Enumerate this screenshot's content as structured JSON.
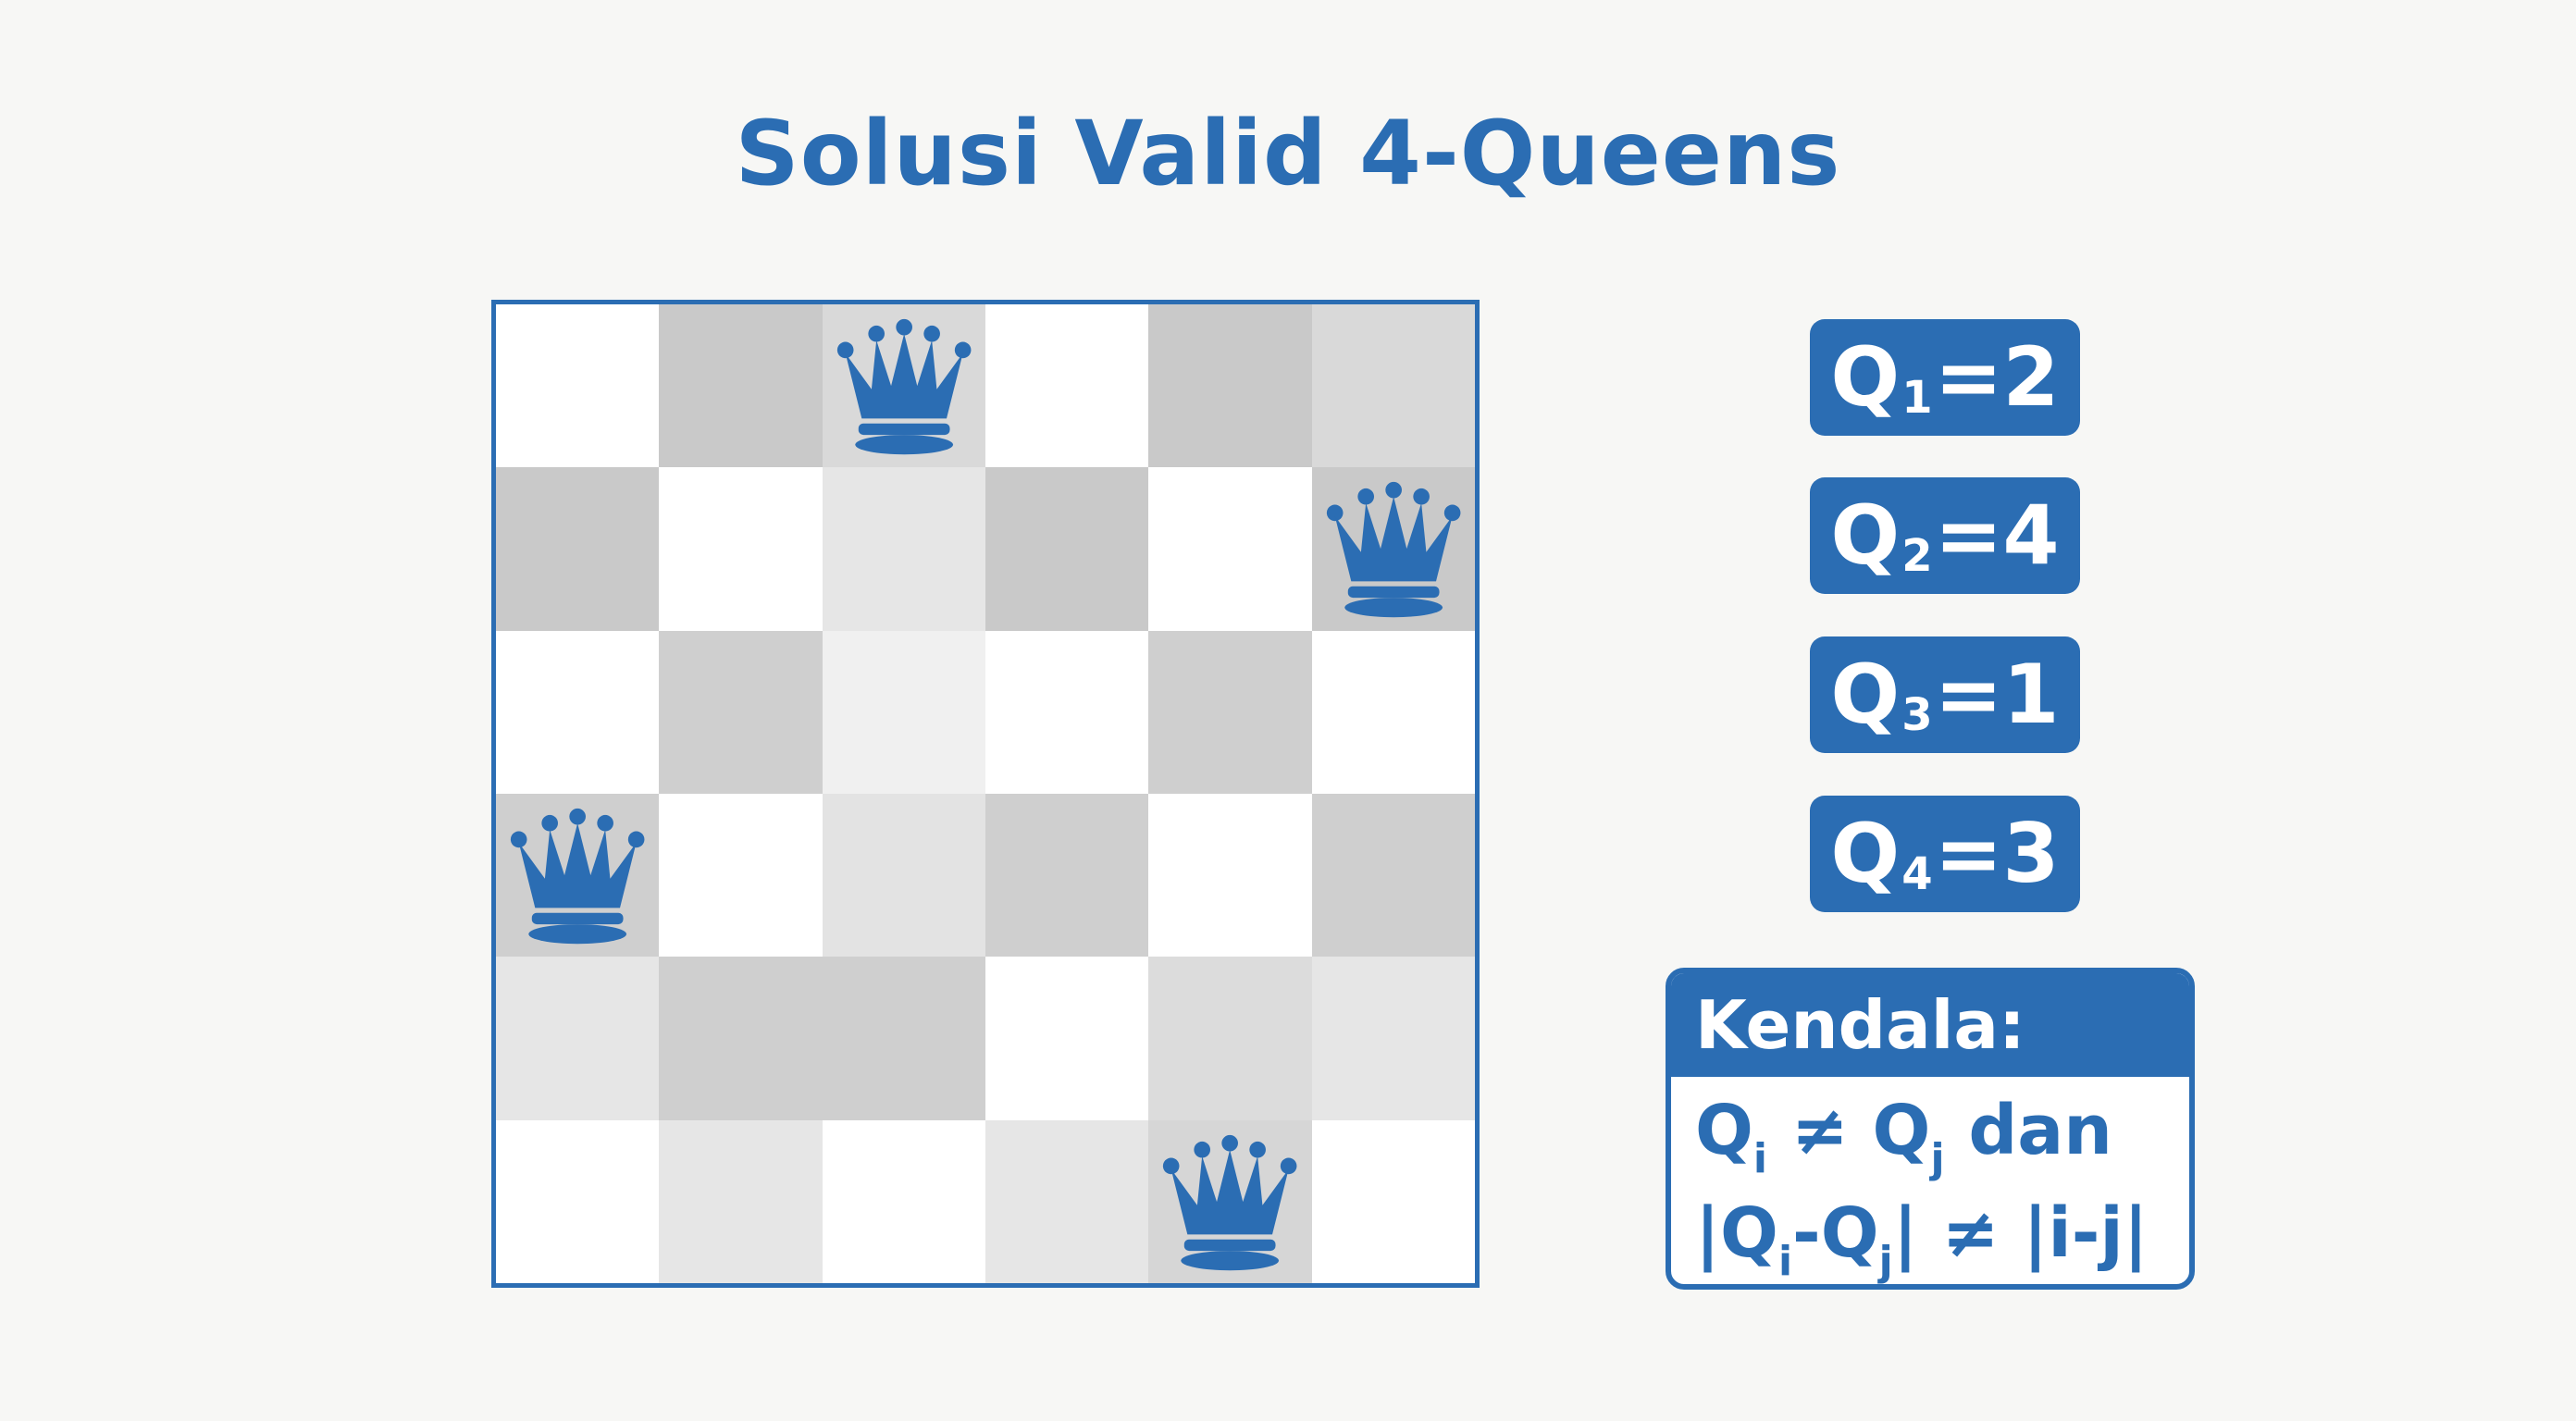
{
  "title": "Solusi Valid 4-Queens",
  "board": {
    "size": 6,
    "cell_shades": [
      [
        "#ffffff",
        "#c9c9c9",
        "#d9d9d9",
        "#ffffff",
        "#c9c9c9",
        "#d9d9d9"
      ],
      [
        "#c9c9c9",
        "#ffffff",
        "#e6e6e6",
        "#c9c9c9",
        "#ffffff",
        "#c9c9c9"
      ],
      [
        "#ffffff",
        "#cfcfcf",
        "#f0f0f0",
        "#ffffff",
        "#cfcfcf",
        "#ffffff"
      ],
      [
        "#cfcfcf",
        "#ffffff",
        "#e3e3e3",
        "#cfcfcf",
        "#ffffff",
        "#cfcfcf"
      ],
      [
        "#e6e6e6",
        "#cfcfcf",
        "#cfcfcf",
        "#ffffff",
        "#dcdcdc",
        "#e6e6e6"
      ],
      [
        "#ffffff",
        "#e6e6e6",
        "#ffffff",
        "#e6e6e6",
        "#d6d6d6",
        "#ffffff"
      ]
    ],
    "queens": [
      {
        "row": 0,
        "col": 2
      },
      {
        "row": 1,
        "col": 5
      },
      {
        "row": 3,
        "col": 0
      },
      {
        "row": 5,
        "col": 4
      }
    ],
    "queen_icon": "queen-crown-icon",
    "queen_color": "#2b6db3",
    "border_color": "#2b6db3"
  },
  "assignments": [
    {
      "var": "Q",
      "sub": "1",
      "eq": "=2"
    },
    {
      "var": "Q",
      "sub": "2",
      "eq": "=4"
    },
    {
      "var": "Q",
      "sub": "3",
      "eq": "=1"
    },
    {
      "var": "Q",
      "sub": "4",
      "eq": "=3"
    }
  ],
  "constraint": {
    "heading": "Kendala:",
    "line1": {
      "a": "Q",
      "a_sub": "i",
      "op": " ≠ ",
      "b": "Q",
      "b_sub": "j",
      "tail": " dan"
    },
    "line2": {
      "pre": "|Q",
      "a_sub": "i",
      "mid": "-Q",
      "b_sub": "j",
      "post": "| ≠ |i-j|"
    }
  },
  "accent_color": "#2b6db3"
}
